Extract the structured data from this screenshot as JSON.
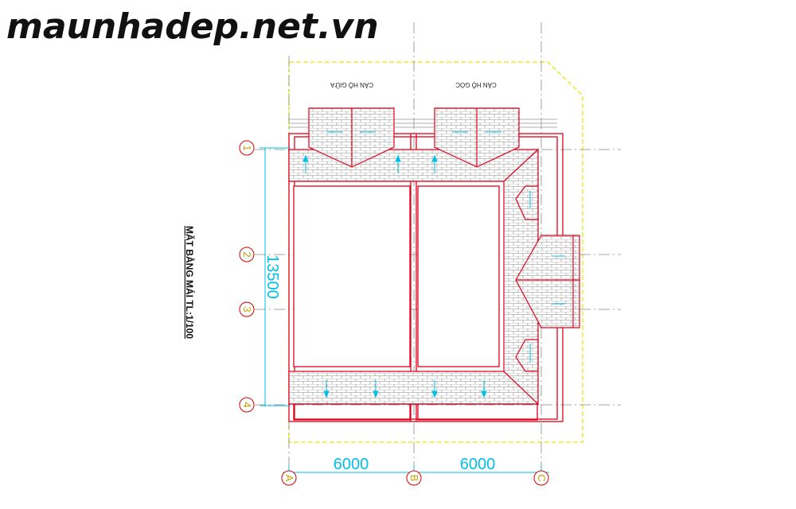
{
  "watermark": "maunhadep.net.vn",
  "drawing_title": "MẶT BẰNG MÁI  TL:1/100",
  "rooms": {
    "left": "CĂN HỘ GIỮA",
    "right": "CĂN HỘ GÓC"
  },
  "dimensions": {
    "vertical": "13500",
    "bay_a_b": "6000",
    "bay_b_c": "6000"
  },
  "axes": {
    "rows": [
      "1",
      "2",
      "3",
      "4"
    ],
    "columns": [
      "A",
      "B",
      "C"
    ]
  },
  "colors": {
    "wall": "#e0001b",
    "tile": "#7a7a7a",
    "grid": "#888888",
    "dimension": "#00bfe6",
    "outline": "#e6e600",
    "axis_bubble": "#d40000",
    "axis_text": "#c8a000"
  }
}
